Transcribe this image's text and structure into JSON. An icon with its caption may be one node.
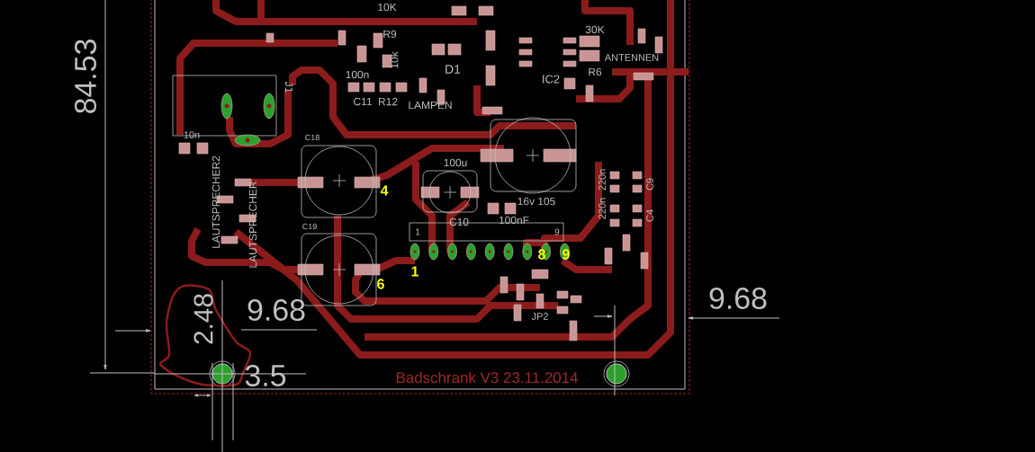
{
  "diagram": {
    "labels": [
      "84.53",
      "10K",
      "R9",
      "10k",
      "100n",
      "C11",
      "R12",
      "LAMPEN",
      "J1",
      "D1",
      "IC2",
      "30K",
      "R6",
      "ANTENNEN",
      "10n",
      "C18",
      "LAUTSPRECHER2",
      "LAUTSPRECHER",
      "100u",
      "16v 105",
      "220n",
      "220n",
      "C9",
      "4",
      "C10",
      "100nF",
      "C4",
      "C19",
      "1",
      "9",
      "8",
      "9",
      "1",
      "6",
      "9.68",
      "9.68",
      "JP2",
      "2.48",
      "3.5",
      "Badschrank V3 23.11.2014"
    ]
  }
}
